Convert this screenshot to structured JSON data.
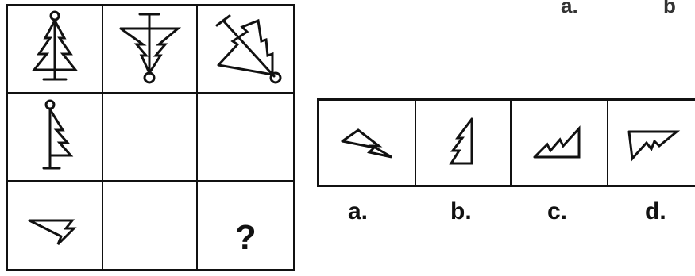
{
  "puzzle": {
    "question_mark": "?",
    "grid_cells": [
      {
        "icon": "pine-tree-icon"
      },
      {
        "icon": "inverted-tree-icon"
      },
      {
        "icon": "tilted-tree-icon"
      },
      {
        "icon": "half-tree-flag-icon"
      },
      {
        "icon": "blank"
      },
      {
        "icon": "blank"
      },
      {
        "icon": "zigzag-triangle-icon"
      },
      {
        "icon": "blank"
      },
      {
        "icon": "question"
      }
    ]
  },
  "options": [
    {
      "label": "a.",
      "icon": "option-a-shape-icon"
    },
    {
      "label": "b.",
      "icon": "option-b-shape-icon"
    },
    {
      "label": "c.",
      "icon": "option-c-shape-icon"
    },
    {
      "label": "d.",
      "icon": "option-d-shape-icon"
    }
  ],
  "bleed_labels": [
    "a.",
    "b"
  ]
}
